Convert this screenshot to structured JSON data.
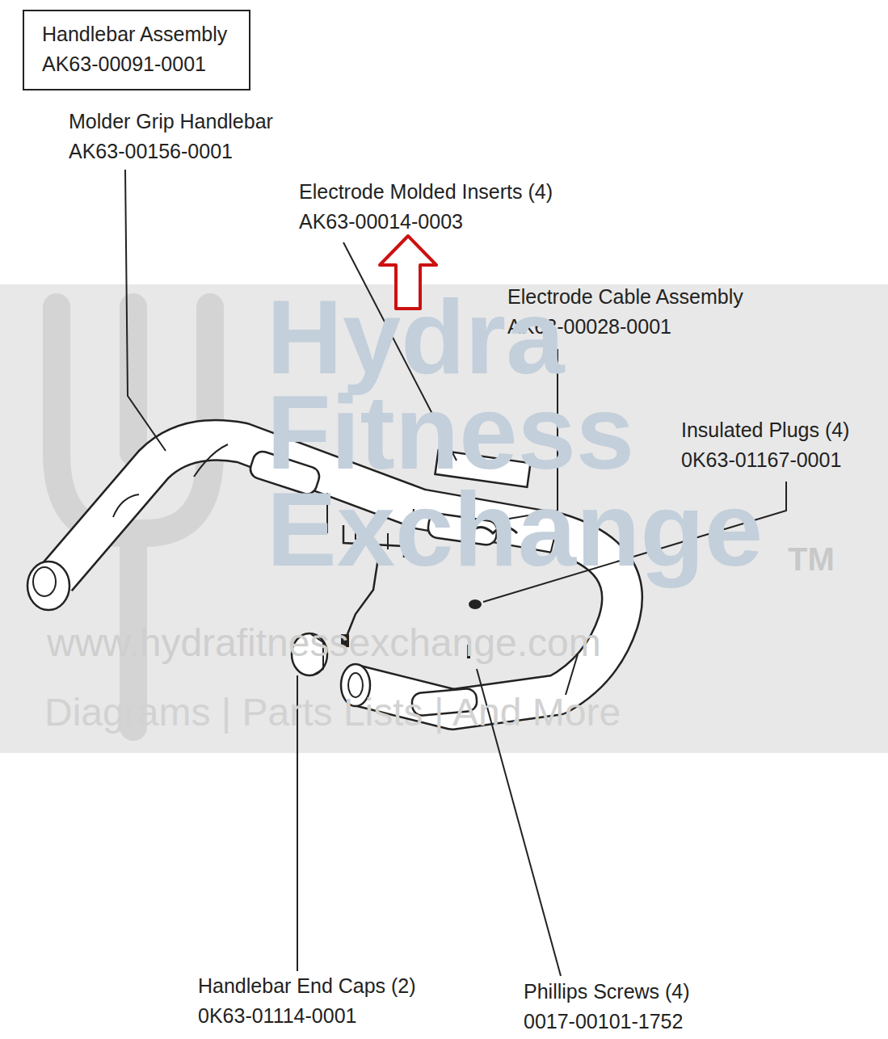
{
  "diagram": {
    "nodes": [
      {
        "text": [
          "Handlebar Assembly",
          "AK63-00091-0001"
        ]
      }
    ],
    "edges": [],
    "labels": [
      "Molder Grip Handlebar",
      "AK63-00156-0001",
      "Electrode Molded Inserts (4)",
      "AK63-00014-0003",
      "Electrode Cable Assembly",
      "AK63-00028-0001",
      "Insulated Plugs (4)",
      "0K63-01167-0001",
      "Handlebar End Caps (2)",
      "0K63-01114-0001",
      "Phillips Screws (4)",
      "0017-00101-1752",
      "Hydra",
      "Fitness",
      "Exchange",
      "TM",
      "www.hydrafitnessexchange.com",
      "Diagrams | Parts Lists | And More"
    ]
  }
}
